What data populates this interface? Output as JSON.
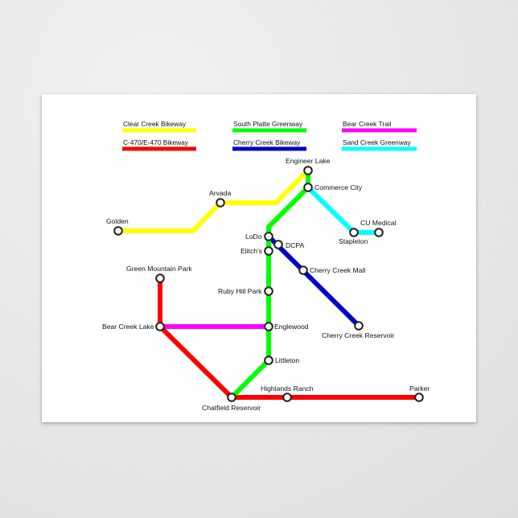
{
  "legend": [
    {
      "id": "clear_creek",
      "label": "Clear Creek Bikeway",
      "color": "#ffff00"
    },
    {
      "id": "south_platte",
      "label": "South Platte Greenway",
      "color": "#00ff00"
    },
    {
      "id": "bear_creek",
      "label": "Bear Creek Trail",
      "color": "#ff00ff"
    },
    {
      "id": "c470",
      "label": "C-470/E-470 Bikeway",
      "color": "#ff0000"
    },
    {
      "id": "cherry_creek",
      "label": "Cherry Creek Bikeway",
      "color": "#0000cc"
    },
    {
      "id": "sand_creek",
      "label": "Sand Creek Greenway",
      "color": "#00ffff"
    }
  ],
  "stations": {
    "engineer_lake": "Engineer Lake",
    "commerce_city": "Commerce City",
    "arvada": "Arvada",
    "golden": "Golden",
    "cu_medical": "CU Medical",
    "stapleton": "Stapleton",
    "lodo": "LoDo",
    "dcpa": "DCPA",
    "elitchs": "Elitch's",
    "cherry_creek_mall": "Cherry Creek Mall",
    "green_mountain_park": "Green Mountain Park",
    "ruby_hill_park": "Ruby Hill Park",
    "bear_creek_lake": "Bear Creek Lake",
    "englewood": "Englewood",
    "cherry_creek_reservoir": "Cherry Creek Reservoir",
    "littleton": "Littleton",
    "highlands_ranch": "Highlands Ranch",
    "parker": "Parker",
    "chatfield_reservoir": "Chatfield Reservoir"
  }
}
